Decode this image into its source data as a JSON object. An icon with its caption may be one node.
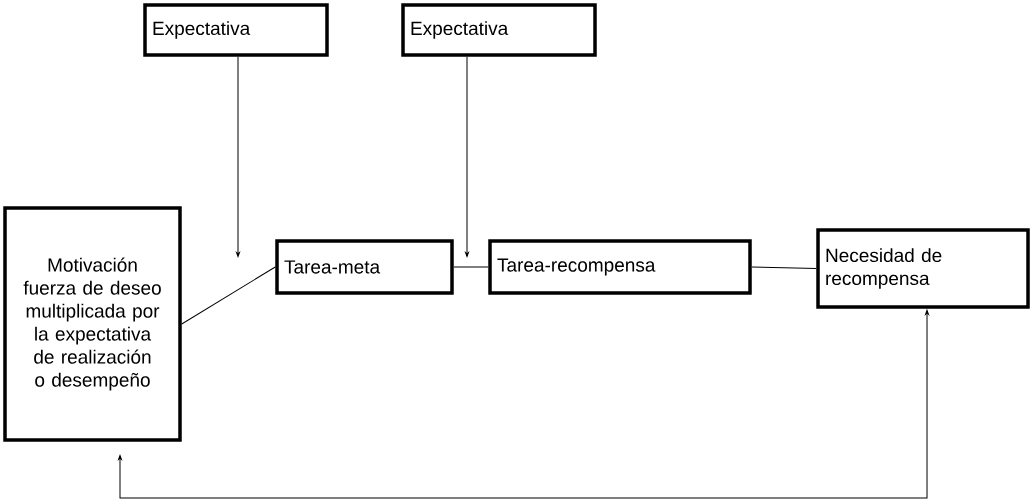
{
  "diagram": {
    "nodes": [
      {
        "text": [
          "Expectativa"
        ]
      },
      {
        "text": [
          "Expectativa"
        ]
      },
      {
        "text": [
          "Motivación fuerza de deseo multiplicada por la expectativa de realización o desempeño"
        ]
      },
      {
        "text": [
          "Tarea-meta"
        ]
      },
      {
        "text": [
          "Tarea-recompensa"
        ]
      },
      {
        "text": [
          "Necesidad de recompensa"
        ]
      }
    ],
    "edges": [
      {
        "from": 0,
        "to": null,
        "arrow": "to"
      },
      {
        "from": 1,
        "to": null,
        "arrow": "to"
      },
      {
        "from": 2,
        "to": 3,
        "arrow": "none"
      },
      {
        "from": 3,
        "to": 4,
        "arrow": "none"
      },
      {
        "from": 4,
        "to": 5,
        "arrow": "none"
      },
      {
        "from": 5,
        "to": 2,
        "arrow": "both"
      }
    ]
  }
}
